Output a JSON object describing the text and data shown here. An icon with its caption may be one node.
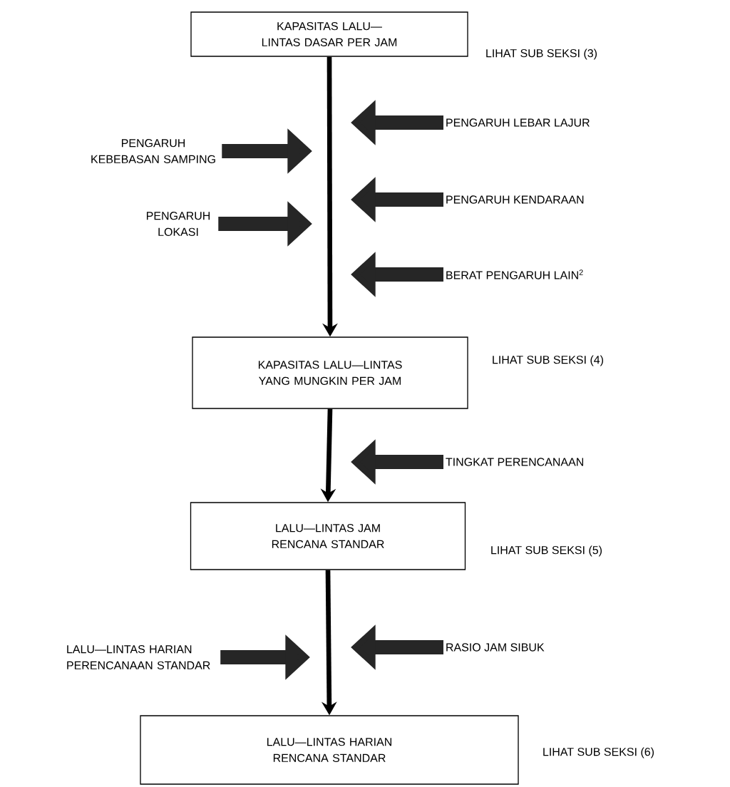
{
  "diagram": {
    "nodes": [
      {
        "text": [
          "KAPASITAS LALU—LINTAS DASAR PER JAM"
        ],
        "beside": [
          "LIHAT SUB SEKSI (3)"
        ]
      },
      {
        "text": [
          "PENGARUH KEBEBASAN SAMPING"
        ]
      },
      {
        "text": [
          "PENGARUH LEBAR LAJUR"
        ]
      },
      {
        "text": [
          "PENGARUH LOKASI"
        ]
      },
      {
        "text": [
          "PENGARUH KENDARAAN"
        ]
      },
      {
        "text": [
          "BERAT PENGARUH LAIN$^{2}$"
        ]
      },
      {
        "text": [
          "KAPASITAS LALU—LINTAS YANG MUNGKIN PER JAM"
        ],
        "beside": [
          "LIHAT SUB SEKSI (4)"
        ]
      },
      {
        "text": [
          "TINGKAT PERENCANAAN"
        ]
      },
      {
        "text": [
          "LALU—LINTAS JAM RENCANA STANDAR"
        ],
        "beside": [
          "LIHAT SUB SEKSI (5)"
        ]
      },
      {
        "text": [
          "LALU—LINTAS HARIAN PERENCANAAN STANDAR"
        ]
      },
      {
        "text": [
          "RASIO JAM SIBUK"
        ]
      },
      {
        "text": [
          "LALU—LINTAS HARIAN RENCANA STANDAR"
        ],
        "beside": [
          "LIHAT SUB SEKSI (6)"
        ]
      }
    ],
    "edges": [
      {
        "from": 0,
        "to": 6,
        "arrow": "to"
      },
      {
        "from": 1,
        "to": null,
        "arrow": "to"
      },
      {
        "from": 2,
        "to": null,
        "arrow": "to"
      },
      {
        "from": 3,
        "to": null,
        "arrow": "to"
      },
      {
        "from": 4,
        "to": null,
        "arrow": "to"
      },
      {
        "from": 5,
        "to": null,
        "arrow": "to"
      },
      {
        "from": 6,
        "to": 8,
        "arrow": "to"
      },
      {
        "from": 7,
        "to": null,
        "arrow": "to"
      },
      {
        "from": 8,
        "to": 11,
        "arrow": "to"
      },
      {
        "from": 9,
        "to": null,
        "arrow": "to"
      },
      {
        "from": 10,
        "to": null,
        "arrow": "to"
      }
    ]
  }
}
